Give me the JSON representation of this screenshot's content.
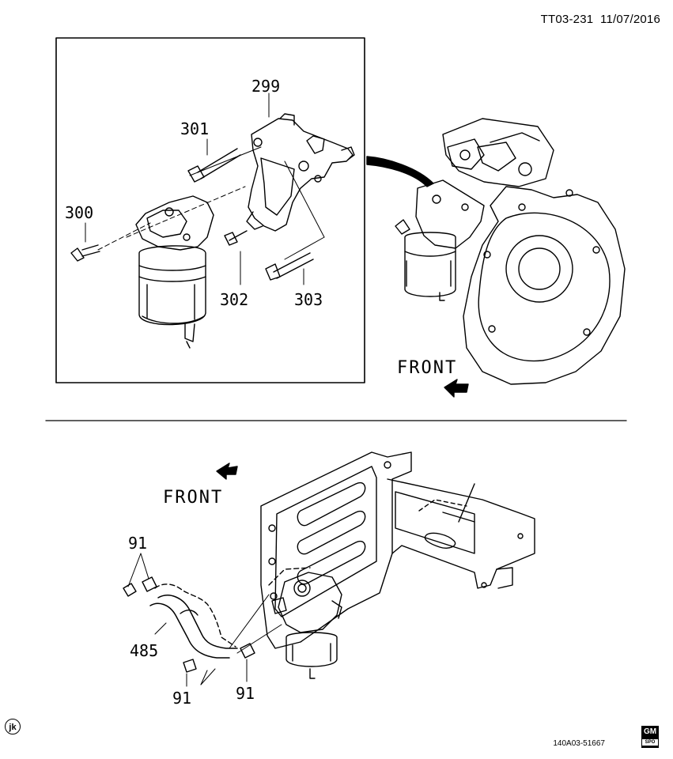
{
  "header": {
    "doc_id": "TT03-231",
    "date": "11/07/2016"
  },
  "top_view": {
    "callouts": [
      "299",
      "301",
      "300",
      "302",
      "303"
    ],
    "front_label": "FRONT"
  },
  "bottom_view": {
    "callouts": [
      "91",
      "485",
      "91",
      "91"
    ],
    "front_label": "FRONT"
  },
  "footer": {
    "corner_tag": "jk",
    "illustration_code": "140A03-51667",
    "gm_logo_text": "GM",
    "gm_logo_sub": "SPO"
  }
}
